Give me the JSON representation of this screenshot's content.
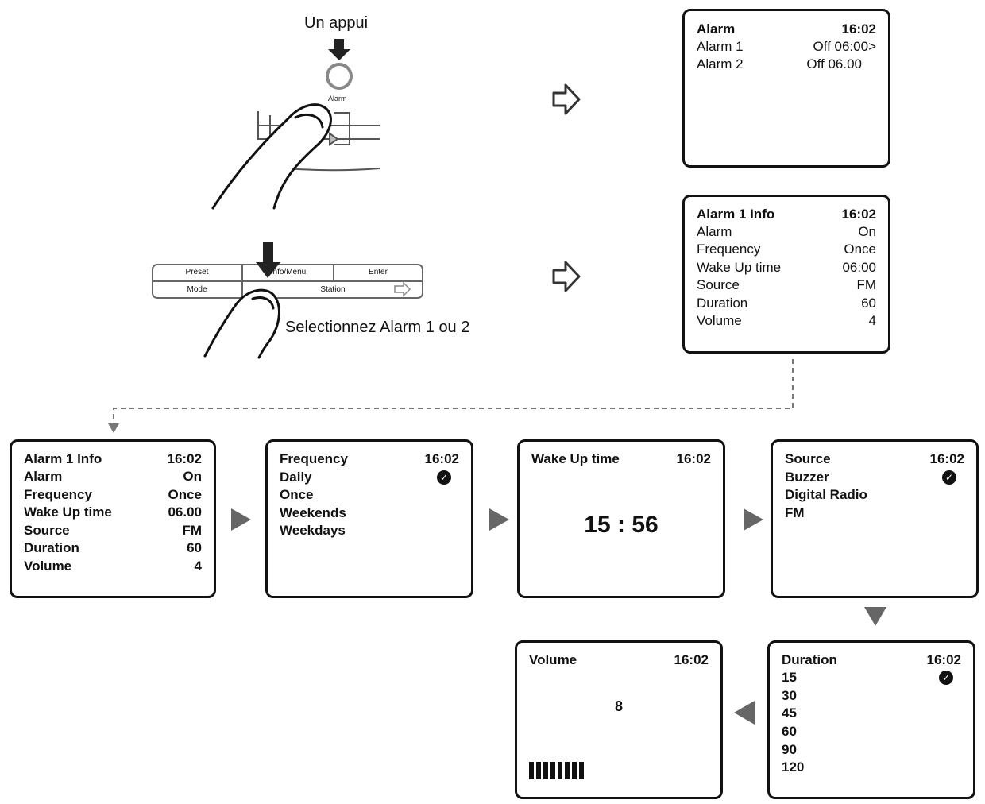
{
  "illustration": {
    "press_once": "Un appui",
    "alarm_button_label": "Alarm",
    "select_caption": "Selectionnez Alarm 1 ou 2",
    "panel_buttons": [
      "Preset",
      "Info/Menu",
      "Enter",
      "Mode",
      "Station"
    ]
  },
  "screens": {
    "alarm_list": {
      "title": "Alarm",
      "time": "16:02",
      "rows": [
        {
          "label": "Alarm 1",
          "value": "Off  06:00>"
        },
        {
          "label": "Alarm 2",
          "value": "Off 06.00"
        }
      ]
    },
    "alarm_info_top": {
      "title": "Alarm 1 Info",
      "time": "16:02",
      "rows": [
        {
          "label": "Alarm",
          "value": "On"
        },
        {
          "label": "Frequency",
          "value": "Once"
        },
        {
          "label": "Wake Up time",
          "value": "06:00"
        },
        {
          "label": "Source",
          "value": "FM"
        },
        {
          "label": "Duration",
          "value": "60"
        },
        {
          "label": "Volume",
          "value": "4"
        }
      ]
    },
    "alarm_info_bottom": {
      "title": "Alarm 1 Info",
      "time": "16:02",
      "rows": [
        {
          "label": "Alarm",
          "value": "On"
        },
        {
          "label": "Frequency",
          "value": "Once"
        },
        {
          "label": "Wake Up time",
          "value": "06.00"
        },
        {
          "label": "Source",
          "value": "FM"
        },
        {
          "label": "Duration",
          "value": "60"
        },
        {
          "label": "Volume",
          "value": "4"
        }
      ]
    },
    "frequency": {
      "title": "Frequency",
      "time": "16:02",
      "options": [
        "Daily",
        "Once",
        "Weekends",
        "Weekdays"
      ],
      "selected": "Daily"
    },
    "wakeup": {
      "title": "Wake Up time",
      "time": "16:02",
      "value": "15 : 56"
    },
    "source": {
      "title": "Source",
      "time": "16:02",
      "options": [
        "Buzzer",
        "Digital Radio",
        "FM"
      ],
      "selected": "Buzzer"
    },
    "duration": {
      "title": "Duration",
      "time": "16:02",
      "options": [
        "15",
        "30",
        "45",
        "60",
        "90",
        "120"
      ],
      "selected": "15"
    },
    "volume": {
      "title": "Volume",
      "time": "16:02",
      "value": "8",
      "level": 8
    }
  }
}
